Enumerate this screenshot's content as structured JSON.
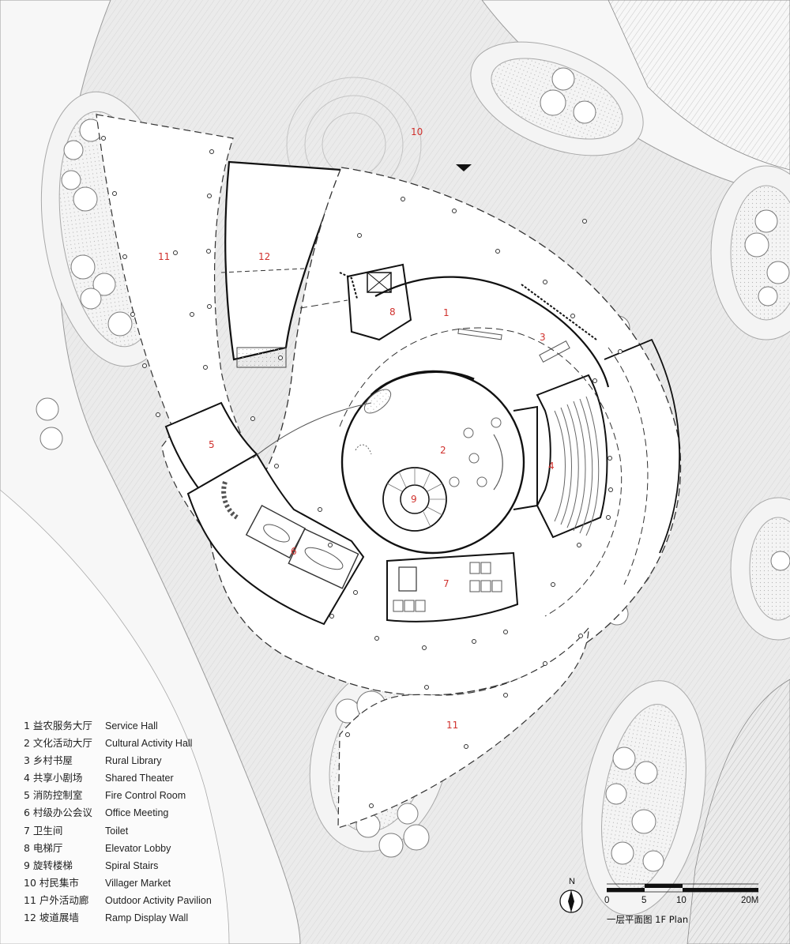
{
  "rooms": {
    "r1": "1",
    "r2": "2",
    "r3": "3",
    "r4": "4",
    "r5": "5",
    "r6": "6",
    "r7": "7",
    "r8": "8",
    "r9": "9",
    "r10": "10",
    "r11a": "11",
    "r11b": "11",
    "r12": "12"
  },
  "legend": [
    {
      "cn": "1 益农服务大厅",
      "en": "Service Hall"
    },
    {
      "cn": "2 文化活动大厅",
      "en": "Cultural  Activity Hall"
    },
    {
      "cn": "3 乡村书屋",
      "en": "Rural Library"
    },
    {
      "cn": "4 共享小剧场",
      "en": "Shared Theater"
    },
    {
      "cn": "5 消防控制室",
      "en": "Fire Control Room"
    },
    {
      "cn": "6 村级办公会议",
      "en": "Office Meeting"
    },
    {
      "cn": "7 卫生间",
      "en": "Toilet"
    },
    {
      "cn": "8 电梯厅",
      "en": "Elevator Lobby"
    },
    {
      "cn": "9 旋转楼梯",
      "en": "Spiral Stairs"
    },
    {
      "cn": "10 村民集市",
      "en": "Villager Market"
    },
    {
      "cn": "11 户外活动廊",
      "en": "Outdoor Activity Pavilion"
    },
    {
      "cn": "12 坡道展墙",
      "en": "Ramp Display Wall"
    }
  ],
  "scale_bar": {
    "north": "N",
    "ticks": [
      "0",
      "5",
      "10",
      "20M"
    ],
    "title": "一层平面图  1F Plan"
  }
}
